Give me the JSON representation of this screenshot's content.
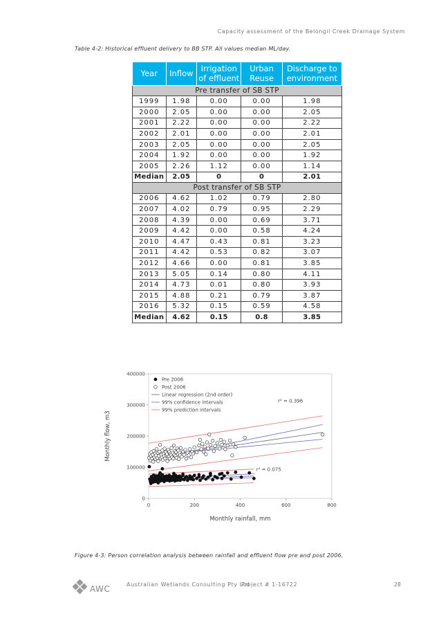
{
  "header": {
    "title": "Capacity assessment of the Belongil Creek Drainage System"
  },
  "table": {
    "caption": "Table 4-2: Historical effluent delivery to BB STP. All values median ML/day.",
    "headers": [
      "Year",
      "Inflow",
      "Irrigation of effluent",
      "Urban Reuse",
      "Discharge to environment"
    ],
    "pre_label": "Pre transfer of SB STP",
    "pre_rows": [
      [
        "1999",
        "1.98",
        "0.00",
        "0.00",
        "1.98"
      ],
      [
        "2000",
        "2.05",
        "0.00",
        "0.00",
        "2.05"
      ],
      [
        "2001",
        "2.22",
        "0.00",
        "0.00",
        "2.22"
      ],
      [
        "2002",
        "2.01",
        "0.00",
        "0.00",
        "2.01"
      ],
      [
        "2003",
        "2.05",
        "0.00",
        "0.00",
        "2.05"
      ],
      [
        "2004",
        "1.92",
        "0.00",
        "0.00",
        "1.92"
      ],
      [
        "2005",
        "2.26",
        "1.12",
        "0.00",
        "1.14"
      ]
    ],
    "pre_median": [
      "Median",
      "2.05",
      "0",
      "0",
      "2.01"
    ],
    "post_label": "Post transfer of SB STP",
    "post_rows": [
      [
        "2006",
        "4.62",
        "1.02",
        "0.79",
        "2.80"
      ],
      [
        "2007",
        "4.02",
        "0.79",
        "0.95",
        "2.29"
      ],
      [
        "2008",
        "4.39",
        "0.00",
        "0.69",
        "3.71"
      ],
      [
        "2009",
        "4.42",
        "0.00",
        "0.58",
        "4.24"
      ],
      [
        "2010",
        "4.47",
        "0.43",
        "0.81",
        "3.23"
      ],
      [
        "2011",
        "4.42",
        "0.53",
        "0.82",
        "3.07"
      ],
      [
        "2012",
        "4.66",
        "0.00",
        "0.81",
        "3.85"
      ],
      [
        "2013",
        "5.05",
        "0.14",
        "0.80",
        "4.11"
      ],
      [
        "2014",
        "4.73",
        "0.01",
        "0.80",
        "3.93"
      ],
      [
        "2015",
        "4.88",
        "0.21",
        "0.79",
        "3.87"
      ],
      [
        "2016",
        "5.32",
        "0.15",
        "0.59",
        "4.58"
      ]
    ],
    "post_median": [
      "Median",
      "4.62",
      "0.15",
      "0.8",
      "3.85"
    ]
  },
  "chart_data": {
    "type": "scatter",
    "xlabel": "Monthly rainfall, mm",
    "ylabel": "Monthly flow, m3",
    "xlim": [
      0,
      800
    ],
    "ylim": [
      0,
      400000
    ],
    "xticks": [
      "0",
      "200",
      "400",
      "600",
      "800"
    ],
    "yticks": [
      "0",
      "100000",
      "200000",
      "300000",
      "400000"
    ],
    "legend": [
      "Pre 2006",
      "Post 2006",
      "Linear regression (2nd order)",
      "99% confidence intervals",
      "99% prediction intervals"
    ],
    "legend_position": "top-left",
    "annotations": [
      "r² = 0.396",
      "r² = 0.075"
    ],
    "colors": {
      "regression": "#666666",
      "confidence": "#6a6ad0",
      "prediction": "#e07070"
    },
    "lines": {
      "post_fit": [
        [
          0,
          130000
        ],
        [
          760,
          212000
        ]
      ],
      "post_conf_low": [
        [
          0,
          136000
        ],
        [
          760,
          190000
        ]
      ],
      "post_conf_high": [
        [
          0,
          124000
        ],
        [
          760,
          237000
        ]
      ],
      "post_pred_low": [
        [
          0,
          88000
        ],
        [
          760,
          163000
        ]
      ],
      "post_pred_high": [
        [
          0,
          177000
        ],
        [
          760,
          265000
        ]
      ],
      "pre_fit": [
        [
          0,
          58000
        ],
        [
          460,
          72000
        ]
      ],
      "pre_conf_low": [
        [
          0,
          55000
        ],
        [
          460,
          67000
        ]
      ],
      "pre_conf_high": [
        [
          0,
          61000
        ],
        [
          460,
          79000
        ]
      ],
      "pre_pred_low": [
        [
          0,
          38000
        ],
        [
          460,
          50000
        ]
      ],
      "pre_pred_high": [
        [
          0,
          78000
        ],
        [
          460,
          94000
        ]
      ]
    },
    "pre": [
      [
        5,
        62000
      ],
      [
        8,
        55000
      ],
      [
        10,
        48000
      ],
      [
        12,
        70000
      ],
      [
        15,
        58000
      ],
      [
        18,
        64000
      ],
      [
        20,
        52000
      ],
      [
        22,
        75000
      ],
      [
        25,
        60000
      ],
      [
        28,
        66000
      ],
      [
        30,
        54000
      ],
      [
        32,
        72000
      ],
      [
        35,
        58000
      ],
      [
        38,
        68000
      ],
      [
        40,
        62000
      ],
      [
        42,
        50000
      ],
      [
        45,
        74000
      ],
      [
        48,
        60000
      ],
      [
        50,
        66000
      ],
      [
        52,
        56000
      ],
      [
        55,
        70000
      ],
      [
        58,
        62000
      ],
      [
        60,
        76000
      ],
      [
        62,
        58000
      ],
      [
        65,
        64000
      ],
      [
        68,
        54000
      ],
      [
        70,
        70000
      ],
      [
        72,
        60000
      ],
      [
        75,
        66000
      ],
      [
        78,
        72000
      ],
      [
        80,
        58000
      ],
      [
        82,
        64000
      ],
      [
        85,
        68000
      ],
      [
        88,
        60000
      ],
      [
        90,
        74000
      ],
      [
        92,
        56000
      ],
      [
        95,
        66000
      ],
      [
        98,
        62000
      ],
      [
        100,
        70000
      ],
      [
        102,
        58000
      ],
      [
        105,
        64000
      ],
      [
        108,
        72000
      ],
      [
        110,
        60000
      ],
      [
        112,
        68000
      ],
      [
        115,
        56000
      ],
      [
        118,
        74000
      ],
      [
        120,
        62000
      ],
      [
        122,
        66000
      ],
      [
        125,
        58000
      ],
      [
        128,
        70000
      ],
      [
        130,
        64000
      ],
      [
        132,
        60000
      ],
      [
        135,
        72000
      ],
      [
        138,
        58000
      ],
      [
        140,
        68000
      ],
      [
        145,
        62000
      ],
      [
        150,
        74000
      ],
      [
        155,
        60000
      ],
      [
        160,
        66000
      ],
      [
        165,
        70000
      ],
      [
        170,
        58000
      ],
      [
        175,
        64000
      ],
      [
        180,
        72000
      ],
      [
        185,
        62000
      ],
      [
        190,
        68000
      ],
      [
        195,
        60000
      ],
      [
        200,
        74000
      ],
      [
        210,
        64000
      ],
      [
        220,
        70000
      ],
      [
        225,
        58000
      ],
      [
        235,
        66000
      ],
      [
        240,
        72000
      ],
      [
        250,
        62000
      ],
      [
        260,
        68000
      ],
      [
        270,
        74000
      ],
      [
        280,
        60000
      ],
      [
        290,
        70000
      ],
      [
        300,
        66000
      ],
      [
        310,
        78000
      ],
      [
        320,
        64000
      ],
      [
        330,
        72000
      ],
      [
        345,
        82000
      ],
      [
        360,
        62000
      ],
      [
        380,
        84000
      ],
      [
        405,
        68000
      ],
      [
        440,
        82000
      ],
      [
        460,
        64000
      ],
      [
        3,
        102000
      ],
      [
        50,
        82000
      ],
      [
        60,
        95000
      ],
      [
        150,
        78000
      ],
      [
        110,
        80000
      ],
      [
        220,
        76000
      ],
      [
        270,
        80000
      ],
      [
        320,
        80000
      ]
    ],
    "post": [
      [
        2,
        130000
      ],
      [
        5,
        142000
      ],
      [
        8,
        122000
      ],
      [
        10,
        136000
      ],
      [
        12,
        148000
      ],
      [
        15,
        128000
      ],
      [
        18,
        140000
      ],
      [
        20,
        118000
      ],
      [
        22,
        152000
      ],
      [
        25,
        132000
      ],
      [
        28,
        144000
      ],
      [
        30,
        126000
      ],
      [
        32,
        138000
      ],
      [
        35,
        158000
      ],
      [
        38,
        130000
      ],
      [
        40,
        146000
      ],
      [
        42,
        120000
      ],
      [
        45,
        136000
      ],
      [
        48,
        150000
      ],
      [
        50,
        172000
      ],
      [
        52,
        128000
      ],
      [
        55,
        140000
      ],
      [
        58,
        132000
      ],
      [
        60,
        154000
      ],
      [
        62,
        124000
      ],
      [
        65,
        144000
      ],
      [
        68,
        136000
      ],
      [
        70,
        160000
      ],
      [
        72,
        128000
      ],
      [
        75,
        148000
      ],
      [
        78,
        138000
      ],
      [
        80,
        142000
      ],
      [
        82,
        120000
      ],
      [
        85,
        156000
      ],
      [
        88,
        134000
      ],
      [
        90,
        150000
      ],
      [
        92,
        128000
      ],
      [
        95,
        144000
      ],
      [
        98,
        138000
      ],
      [
        100,
        162000
      ],
      [
        102,
        132000
      ],
      [
        105,
        146000
      ],
      [
        108,
        128000
      ],
      [
        110,
        170000
      ],
      [
        112,
        140000
      ],
      [
        115,
        152000
      ],
      [
        118,
        136000
      ],
      [
        120,
        148000
      ],
      [
        122,
        130000
      ],
      [
        125,
        160000
      ],
      [
        128,
        142000
      ],
      [
        130,
        154000
      ],
      [
        132,
        126000
      ],
      [
        135,
        146000
      ],
      [
        138,
        138000
      ],
      [
        140,
        162000
      ],
      [
        145,
        134000
      ],
      [
        150,
        150000
      ],
      [
        155,
        140000
      ],
      [
        160,
        156000
      ],
      [
        165,
        128000
      ],
      [
        170,
        146000
      ],
      [
        175,
        138000
      ],
      [
        180,
        158000
      ],
      [
        185,
        132000
      ],
      [
        190,
        150000
      ],
      [
        195,
        144000
      ],
      [
        200,
        164000
      ],
      [
        210,
        148000
      ],
      [
        220,
        170000
      ],
      [
        225,
        188000
      ],
      [
        230,
        158000
      ],
      [
        235,
        175000
      ],
      [
        240,
        150000
      ],
      [
        245,
        166000
      ],
      [
        250,
        142000
      ],
      [
        255,
        180000
      ],
      [
        260,
        160000
      ],
      [
        265,
        205000
      ],
      [
        270,
        172000
      ],
      [
        280,
        185000
      ],
      [
        285,
        152000
      ],
      [
        290,
        168000
      ],
      [
        300,
        178000
      ],
      [
        310,
        160000
      ],
      [
        315,
        188000
      ],
      [
        320,
        172000
      ],
      [
        330,
        182000
      ],
      [
        335,
        158000
      ],
      [
        345,
        170000
      ],
      [
        355,
        186000
      ],
      [
        365,
        138000
      ],
      [
        370,
        174000
      ],
      [
        380,
        165000
      ],
      [
        420,
        195000
      ],
      [
        760,
        205000
      ]
    ]
  },
  "figure": {
    "caption": "Figure 4-3: Person correlation analysis between rainfall and effluent flow pre and post 2006."
  },
  "footer": {
    "brand": "AWC",
    "company": "Australian Wetlands Consulting Pty Ltd",
    "project": "Project # 1-16722",
    "page": "28"
  }
}
